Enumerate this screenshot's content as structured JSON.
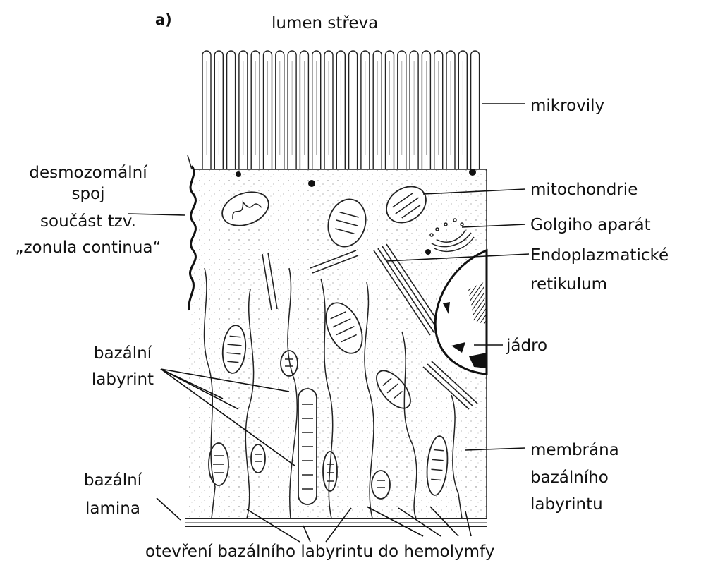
{
  "panel_label": "a)",
  "labels": {
    "lumen": "lumen střeva",
    "microvilli": "mikrovily",
    "desmosome": [
      "desmozomální",
      "spoj",
      "součást tzv.",
      "„zonula continua“"
    ],
    "mitochondria": "mitochondrie",
    "golgi": "Golgiho aparát",
    "er": [
      "Endoplazmatické",
      "retikulum"
    ],
    "nucleus": "jádro",
    "basal_labyrinth": [
      "bazální",
      "labyrint"
    ],
    "labyrinth_membrane": [
      "membrána",
      "bazálního",
      "labyrintu"
    ],
    "basal_lamina": [
      "bazální",
      "lamina"
    ],
    "opening": "otevření bazálního labyrintu do hemolymfy"
  }
}
